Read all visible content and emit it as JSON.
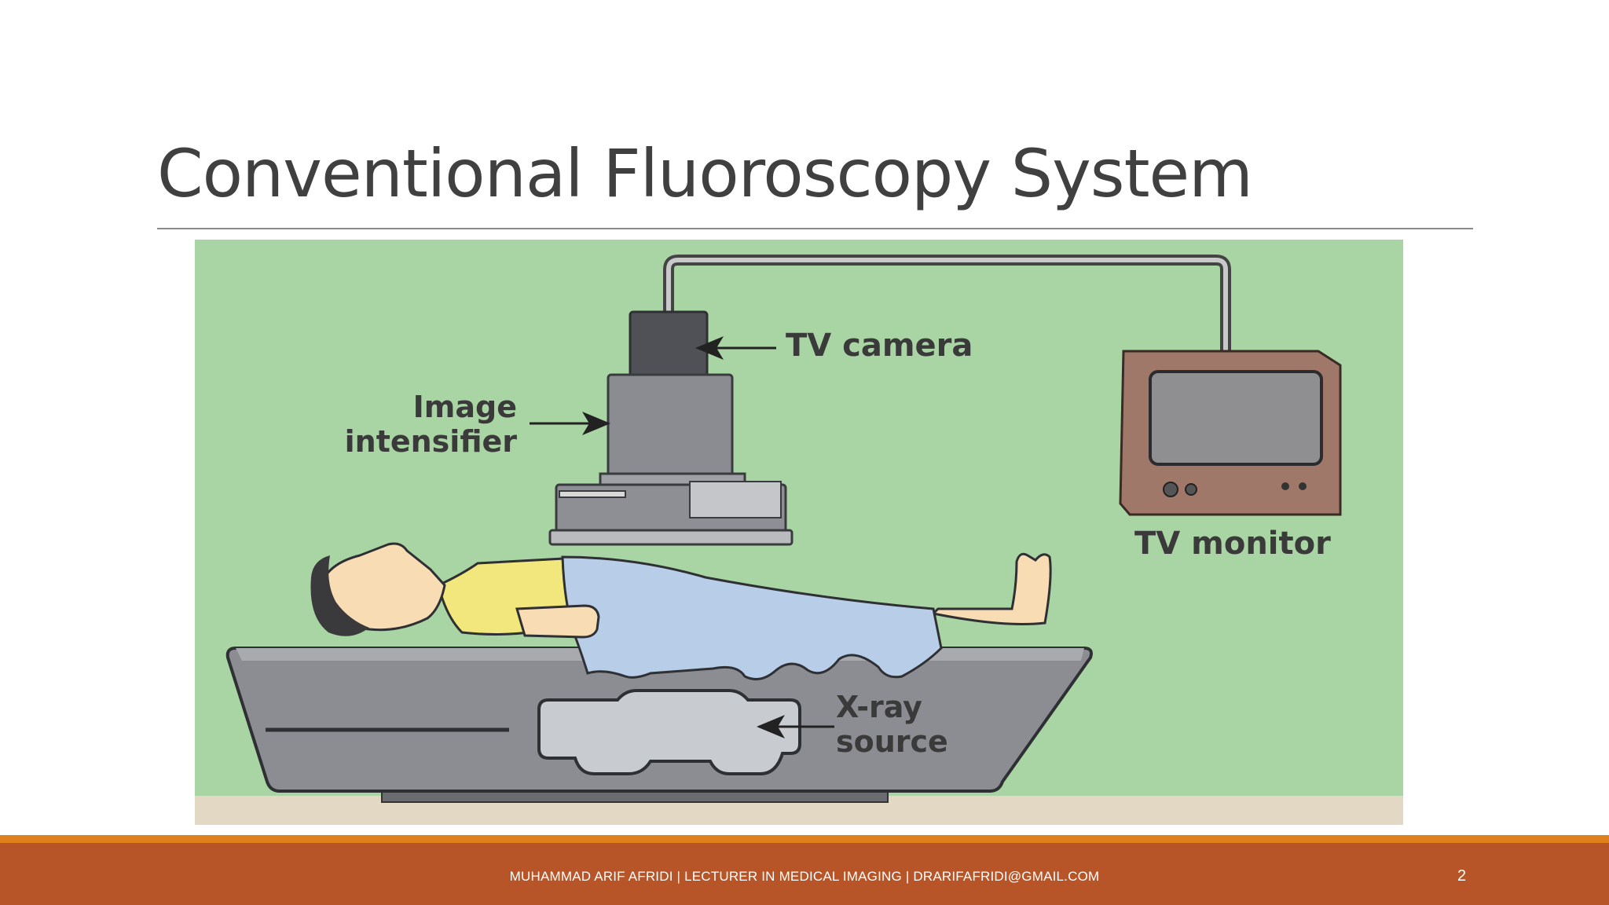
{
  "slide": {
    "title": "Conventional Fluoroscopy System",
    "page_number": "2"
  },
  "figure": {
    "labels": {
      "tv_camera": "TV camera",
      "image_line1": "Image",
      "image_line2": "intensifier",
      "tv_monitor": "TV monitor",
      "xray_line1": "X-ray",
      "xray_line2": "source"
    },
    "colors": {
      "background": "#a9d4a3",
      "floor": "#e3d8c4",
      "equipment": "#85878d",
      "sheet": "#b7cde8",
      "shirt": "#f2e77c",
      "skin": "#f8dcb4",
      "monitor": "#a0786a"
    }
  },
  "footer": {
    "text": "MUHAMMAD ARIF AFRIDI | LECTURER IN MEDICAL IMAGING | DRARIFAFRIDI@GMAIL.COM",
    "colors": {
      "bar": "#b85528",
      "accent": "#e0801c"
    }
  }
}
